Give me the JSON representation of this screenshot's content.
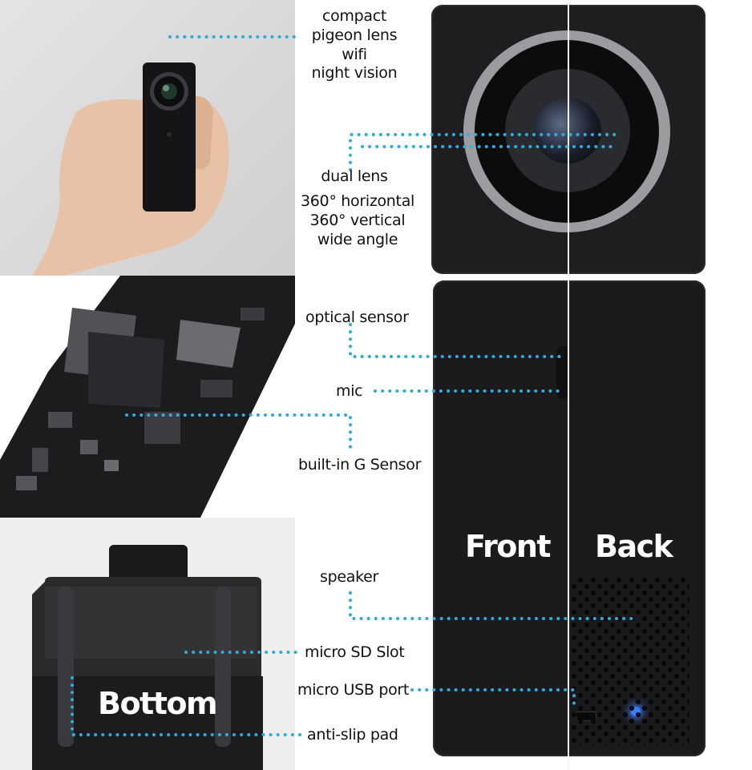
{
  "labels": {
    "top": [
      "compact",
      "pigeon lens",
      "wifi",
      "night vision"
    ],
    "dual_lens": "dual lens",
    "angles": [
      "360° horizontal",
      "360° vertical",
      "wide angle"
    ],
    "optical_sensor": "optical sensor",
    "mic": "mic",
    "g_sensor": "built-in G Sensor",
    "speaker": "speaker",
    "sd_slot": "micro SD Slot",
    "usb": "micro USB port",
    "pad": "anti-slip pad"
  },
  "views": {
    "front": "Front",
    "back": "Back",
    "bottom": "Bottom"
  },
  "colors": {
    "leader": "#33a9dc",
    "camera_body": "#1b1b1d",
    "lens_ring": "#9a9ca0",
    "status_led": "#3d7bff"
  }
}
